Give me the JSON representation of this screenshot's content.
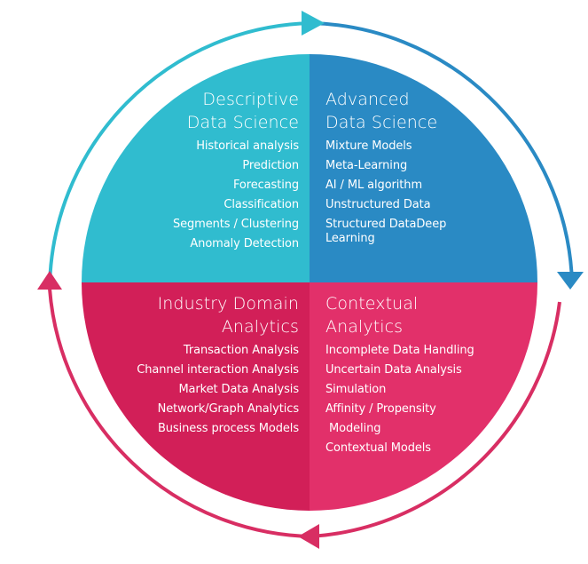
{
  "colors": {
    "descriptive": "#30BCCF",
    "advanced": "#2A8AC4",
    "industry": "#D21F58",
    "contextual": "#E2306A",
    "ring_cyan": "#30BCCF",
    "ring_blue": "#2A8AC4",
    "ring_pink": "#D82E63",
    "text": "#FFFFFF"
  },
  "quadrants": {
    "descriptive": {
      "title_line1": "Descriptive",
      "title_line2": "Data Science",
      "items": [
        "Historical analysis",
        "Prediction",
        "Forecasting",
        "Classification",
        "Segments / Clustering",
        "Anomaly Detection"
      ]
    },
    "advanced": {
      "title_line1": "Advanced",
      "title_line2": "Data Science",
      "items": [
        "Mixture Models",
        "Meta-Learning",
        "AI / ML algorithm",
        "Unstructured Data",
        "Structured DataDeep Learning"
      ]
    },
    "industry": {
      "title_line1": "Industry Domain",
      "title_line2": "Analytics",
      "items": [
        "Transaction Analysis",
        "Channel interaction Analysis",
        "Market Data Analysis",
        "Network/Graph Analytics",
        "Business process Models"
      ]
    },
    "contextual": {
      "title_line1": "Contextual",
      "title_line2": "Analytics",
      "items": [
        "Incomplete Data Handling",
        "Uncertain Data Analysis",
        "Simulation",
        "Affinity / Propensity",
        " Modeling",
        "Contextual Models"
      ]
    }
  }
}
